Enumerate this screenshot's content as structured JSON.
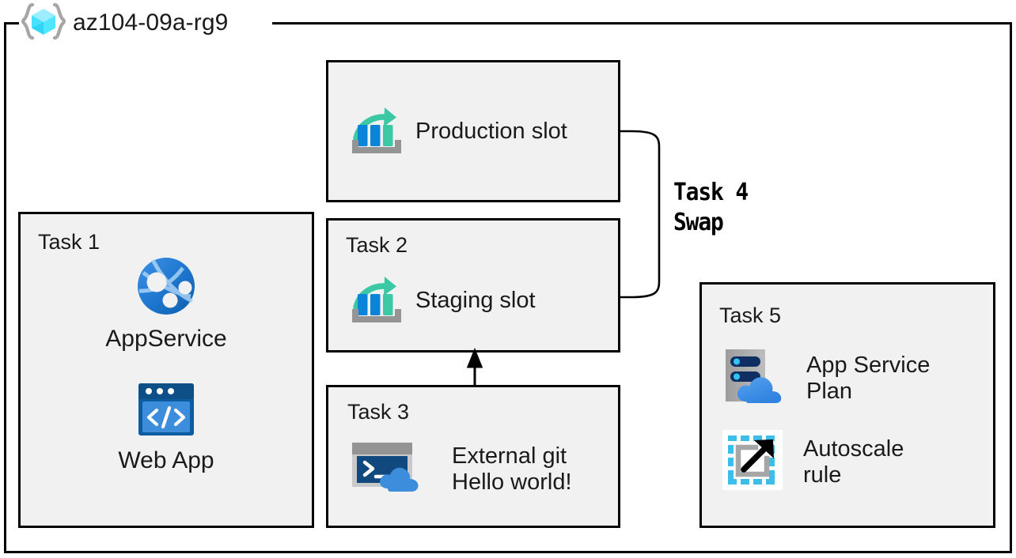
{
  "resource_group": {
    "name": "az104-09a-rg9",
    "icon": "resource-group-cube-icon"
  },
  "boxes": [
    {
      "id": "production-slot",
      "title": "",
      "label": "Production slot",
      "icon": "deployment-slot-icon"
    },
    {
      "id": "task-1",
      "title": "Task 1",
      "items": [
        {
          "icon": "app-service-icon",
          "label": "AppService"
        },
        {
          "icon": "web-app-icon",
          "label": "Web App"
        }
      ]
    },
    {
      "id": "task-2",
      "title": "Task 2",
      "label": "Staging slot",
      "icon": "deployment-slot-icon"
    },
    {
      "id": "task-3",
      "title": "Task 3",
      "label": "External git\nHello world!",
      "icon": "cloud-shell-icon"
    },
    {
      "id": "task-5",
      "title": "Task 5",
      "items": [
        {
          "icon": "app-service-plan-icon",
          "label": "App Service\nPlan"
        },
        {
          "icon": "autoscale-icon",
          "label": "Autoscale\nrule"
        }
      ]
    }
  ],
  "connectors": {
    "swap": {
      "label": "Task 4\nSwap",
      "from": "production-slot",
      "to": "task-2"
    },
    "deploy_arrow": {
      "from": "task-3",
      "to": "task-2"
    }
  },
  "colors": {
    "box_fill": "#f1f1f1",
    "box_stroke": "#000000",
    "azure_blue": "#0078d4",
    "azure_blue_dark": "#005a9e",
    "slot_teal": "#3bc8a5",
    "cube_cyan": "#50e6ff",
    "gray": "#a0a0a0"
  }
}
